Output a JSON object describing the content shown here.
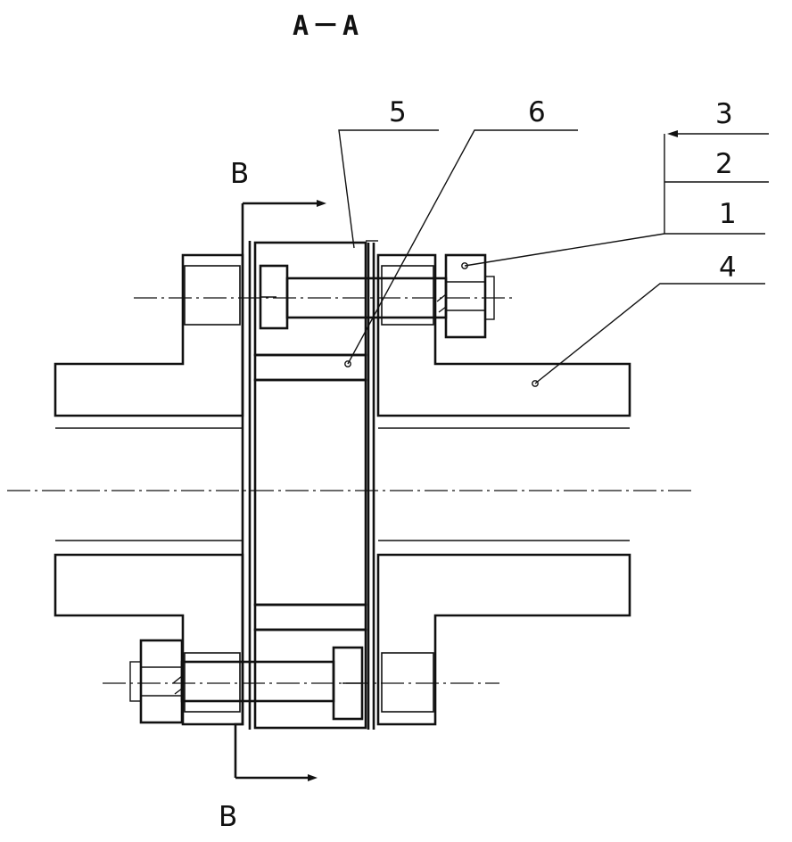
{
  "title": "A－A",
  "section_labels": {
    "top": "B",
    "bottom": "B"
  },
  "part_labels": {
    "p1": "1",
    "p2": "2",
    "p3": "3",
    "p4": "4",
    "p5": "5",
    "p6": "6"
  },
  "colors": {
    "ink": "#111111",
    "paper": "#ffffff"
  }
}
